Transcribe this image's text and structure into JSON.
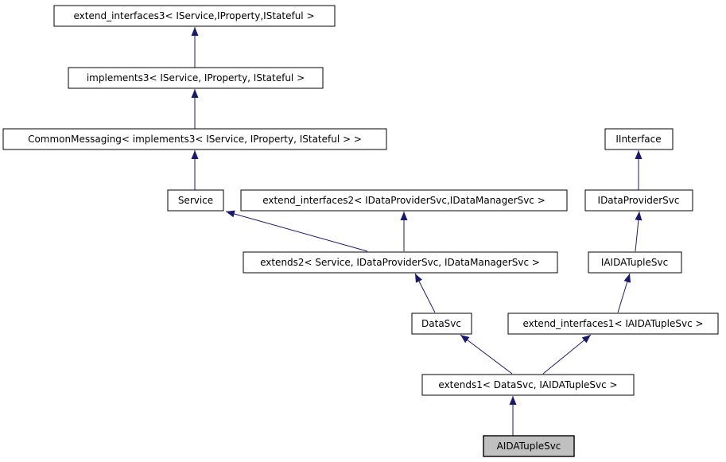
{
  "diagram": {
    "kind": "class-inheritance-graph",
    "colors": {
      "background": "#ffffff",
      "node_fill": "#ffffff",
      "node_border": "#000000",
      "selected_node_fill": "#c0c0c0",
      "edge": "#191970",
      "text": "#000000"
    },
    "nodes": [
      {
        "id": "extend_interfaces3",
        "label": "extend_interfaces3< IService,IProperty,IStateful >",
        "selected": false
      },
      {
        "id": "implements3",
        "label": "implements3< IService, IProperty, IStateful >",
        "selected": false
      },
      {
        "id": "CommonMessaging",
        "label": "CommonMessaging< implements3< IService, IProperty, IStateful > >",
        "selected": false
      },
      {
        "id": "Service",
        "label": "Service",
        "selected": false
      },
      {
        "id": "extend_interfaces2",
        "label": "extend_interfaces2< IDataProviderSvc,IDataManagerSvc >",
        "selected": false
      },
      {
        "id": "IInterface",
        "label": "IInterface",
        "selected": false
      },
      {
        "id": "IDataProviderSvc",
        "label": "IDataProviderSvc",
        "selected": false
      },
      {
        "id": "extends2",
        "label": "extends2< Service, IDataProviderSvc, IDataManagerSvc >",
        "selected": false
      },
      {
        "id": "IAIDATupleSvc",
        "label": "IAIDATupleSvc",
        "selected": false
      },
      {
        "id": "DataSvc",
        "label": "DataSvc",
        "selected": false
      },
      {
        "id": "extend_interfaces1",
        "label": "extend_interfaces1< IAIDATupleSvc >",
        "selected": false
      },
      {
        "id": "extends1",
        "label": "extends1< DataSvc, IAIDATupleSvc >",
        "selected": false
      },
      {
        "id": "AIDATupleSvc",
        "label": "AIDATupleSvc",
        "selected": true
      }
    ],
    "edges": [
      {
        "from": "implements3",
        "to": "extend_interfaces3"
      },
      {
        "from": "CommonMessaging",
        "to": "implements3"
      },
      {
        "from": "Service",
        "to": "CommonMessaging"
      },
      {
        "from": "extends2",
        "to": "Service"
      },
      {
        "from": "extends2",
        "to": "extend_interfaces2"
      },
      {
        "from": "IDataProviderSvc",
        "to": "IInterface"
      },
      {
        "from": "IAIDATupleSvc",
        "to": "IDataProviderSvc"
      },
      {
        "from": "DataSvc",
        "to": "extends2"
      },
      {
        "from": "extends1",
        "to": "DataSvc"
      },
      {
        "from": "extends1",
        "to": "extend_interfaces1"
      },
      {
        "from": "extend_interfaces1",
        "to": "IAIDATupleSvc"
      },
      {
        "from": "AIDATupleSvc",
        "to": "extends1"
      }
    ]
  }
}
